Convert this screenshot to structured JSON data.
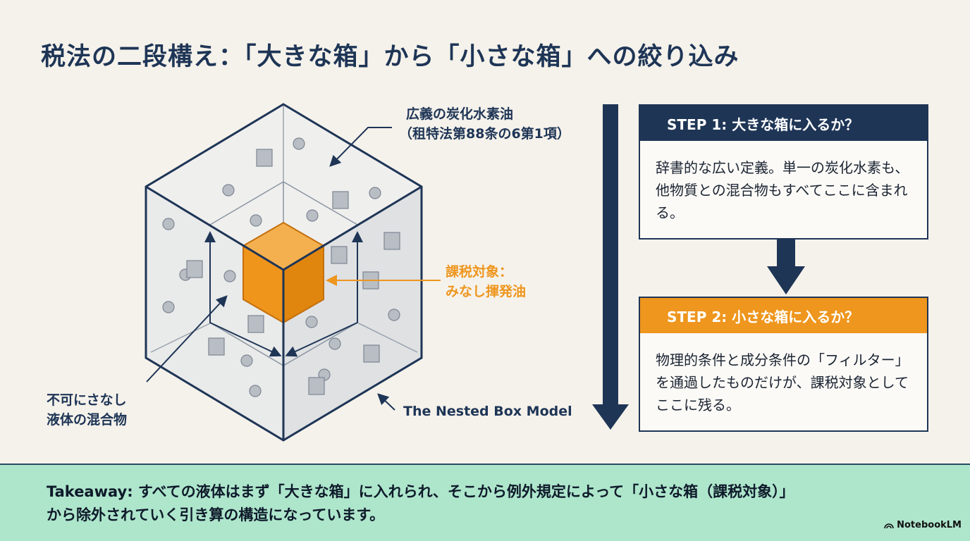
{
  "title": "税法の二段構え：「大きな箱」から「小さな箱」への絞り込み",
  "diagram": {
    "outer_label_1": "広義の炭化水素油",
    "outer_label_2": "（租特法第88条の6第1項）",
    "core_label_1": "課税対象：",
    "core_label_2": "みなし揮発油",
    "excluded_label_1": "不可にさなし",
    "excluded_label_2": "液体の混合物",
    "model_label": "The Nested Box Model"
  },
  "steps": [
    {
      "header": "STEP 1: 大きな箱に入るか？",
      "body": "辞書的な広い定義。単一の炭化水素も、他物質との混合物もすべてここに含まれる。",
      "color": "#1e3556"
    },
    {
      "header": "STEP 2: 小さな箱に入るか？",
      "body": "物理的条件と成分条件の「フィルター」を通過したものだけが、課税対象としてここに残る。",
      "color": "#ee961e"
    }
  ],
  "takeaway": {
    "line1": "Takeaway: すべての液体はまず「大きな箱」に入れられ、そこから例外規定によって「小さな箱（課税対象）」",
    "line2": "から除外されていく引き算の構造になっています。"
  },
  "brand": "NotebookLM",
  "colors": {
    "navy": "#1e3556",
    "orange": "#ee961e",
    "takeaway_bg": "#aee6cc",
    "background": "#f5f2eb"
  }
}
